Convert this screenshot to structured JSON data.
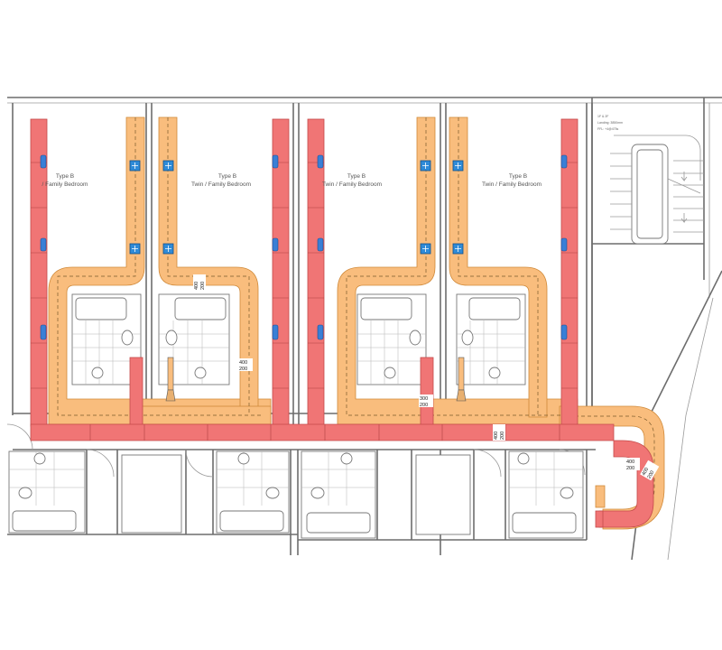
{
  "rooms": [
    {
      "type": "Type B",
      "name": "/ Family Bedroom"
    },
    {
      "type": "Type B",
      "name": "Twin / Family Bedroom"
    },
    {
      "type": "Type B",
      "name": "Twin / Family Bedroom"
    },
    {
      "type": "Type B",
      "name": "Twin / Family Bedroom"
    }
  ],
  "duct_sizes": [
    {
      "width": "400",
      "height": "200"
    },
    {
      "width": "400",
      "height": "200"
    },
    {
      "width": "300",
      "height": "200"
    },
    {
      "width": "400",
      "height": "200"
    },
    {
      "width": "400",
      "height": "200"
    },
    {
      "width": "400",
      "height": "200"
    }
  ],
  "stair_notes": [
    "1F & 2F",
    "Landing: 3850mm",
    "FFL: +4@475s"
  ],
  "colors": {
    "supply_duct": "#f9bd7d",
    "extract_duct": "#f07575",
    "grille": "#2f8bd8",
    "walls": "#6d6d6d"
  },
  "icons": [
    "supply-diffuser-icon",
    "extract-grille-icon",
    "fire-damper-icon"
  ]
}
